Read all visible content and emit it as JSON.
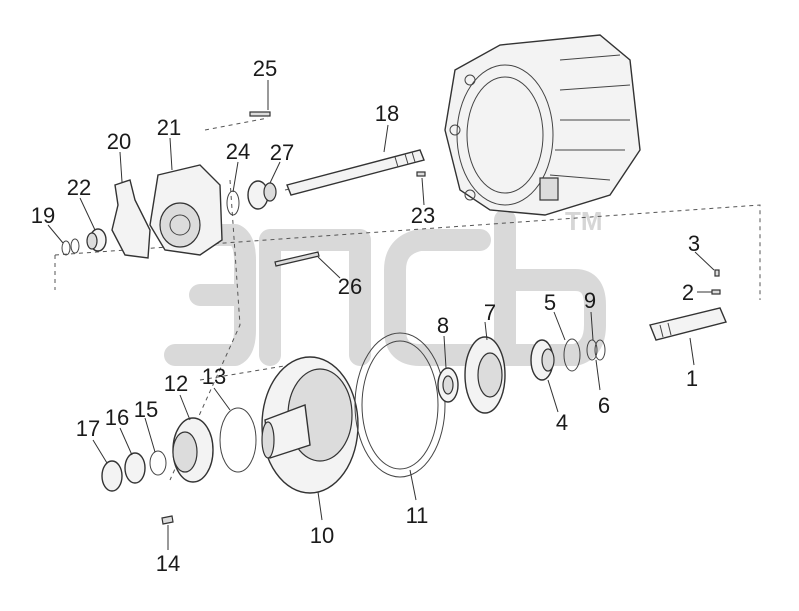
{
  "diagram": {
    "watermark_logo": "ЭПСЬ",
    "watermark_tm": "TM",
    "callouts": [
      "1",
      "2",
      "3",
      "4",
      "5",
      "6",
      "7",
      "8",
      "9",
      "10",
      "11",
      "12",
      "13",
      "14",
      "15",
      "16",
      "17",
      "19",
      "18",
      "20",
      "21",
      "22",
      "23",
      "24",
      "25",
      "26",
      "27"
    ]
  }
}
